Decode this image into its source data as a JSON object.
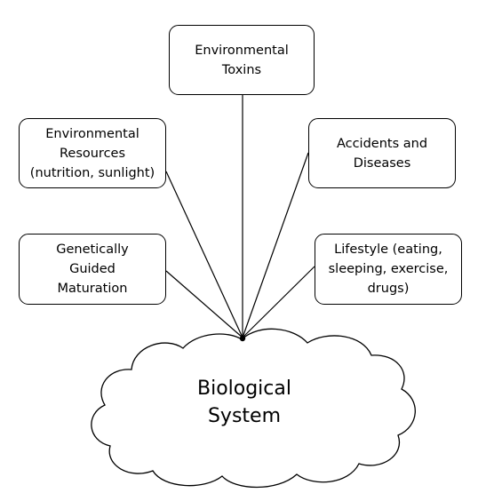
{
  "boxes": {
    "environmental_toxins": "Environmental\nToxins",
    "environmental_resources": "Environmental\nResources\n(nutrition, sunlight)",
    "accidents_diseases": "Accidents and\nDiseases",
    "genetically_guided": "Genetically\nGuided\nMaturation",
    "lifestyle": "Lifestyle (eating,\nsleeping, exercise,\ndrugs)"
  },
  "center": "Biological\nSystem"
}
